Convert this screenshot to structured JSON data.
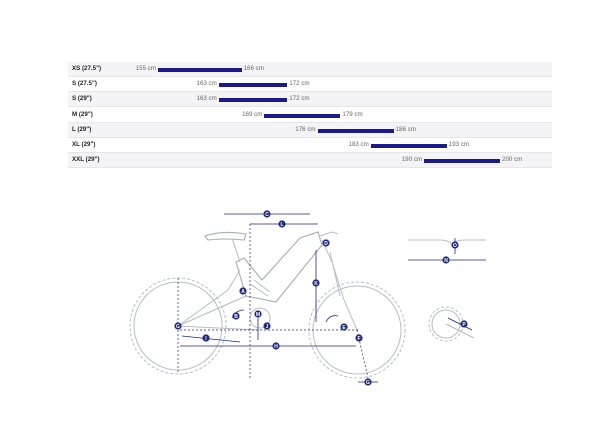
{
  "size_chart": {
    "rows": [
      {
        "label": "XS (27.5\")",
        "min": 155,
        "max": 166,
        "min_text": "155 cm",
        "max_text": "166 cm"
      },
      {
        "label": "S (27.5\")",
        "min": 163,
        "max": 172,
        "min_text": "163 cm",
        "max_text": "172 cm"
      },
      {
        "label": "S (29\")",
        "min": 163,
        "max": 172,
        "min_text": "163 cm",
        "max_text": "172 cm"
      },
      {
        "label": "M (29\")",
        "min": 169,
        "max": 179,
        "min_text": "169 cm",
        "max_text": "179 cm"
      },
      {
        "label": "L (29\")",
        "min": 176,
        "max": 186,
        "min_text": "176 cm",
        "max_text": "186 cm"
      },
      {
        "label": "XL (29\")",
        "min": 183,
        "max": 193,
        "min_text": "183 cm",
        "max_text": "193 cm"
      },
      {
        "label": "XXL (29\")",
        "min": 190,
        "max": 200,
        "min_text": "190 cm",
        "max_text": "200 cm"
      }
    ],
    "bar_color": "#1a1a8e"
  },
  "geometry": {
    "markers": {
      "top_tube": "C",
      "reach": "L",
      "head_tube": "D",
      "stack": "K",
      "seat_tube": "A",
      "seat_angle": "B",
      "bb_drop": "M",
      "bb_height": "J",
      "chainstay": "I",
      "wheelbase": "H",
      "head_angle": "E",
      "fork_offset": "F",
      "wheel_axle": "G",
      "trail": "G",
      "rise": "O",
      "bar_width": "N",
      "crank_length": "P"
    },
    "accent_color": "#1f2a7a"
  }
}
